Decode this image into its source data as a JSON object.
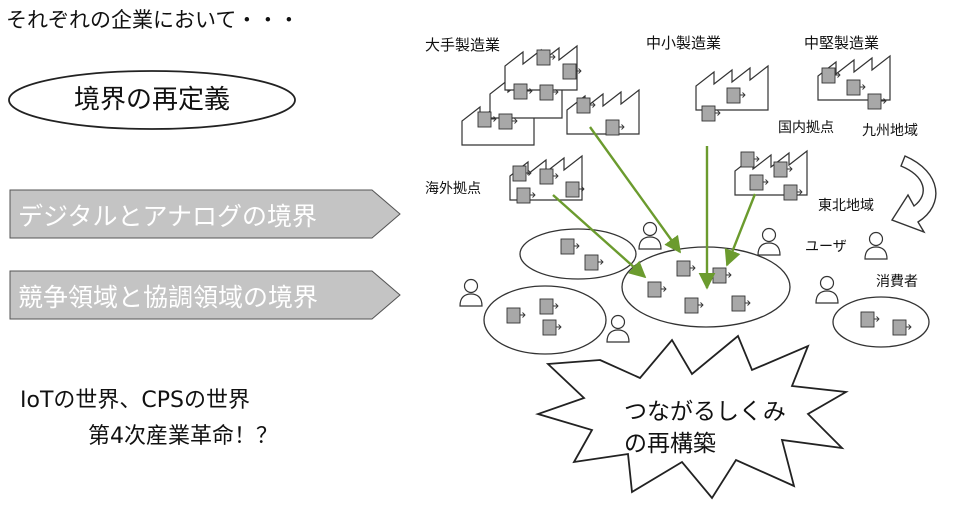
{
  "header": {
    "text": "それぞれの企業において・・・"
  },
  "left": {
    "oval_label": "境界の再定義",
    "banners": [
      {
        "label": "デジタルとアナログの境界"
      },
      {
        "label": "競争領域と協調領域の境界"
      }
    ],
    "footer_line1": "IoTの世界、CPSの世界",
    "footer_line2": "第4次産業革命！？"
  },
  "diagram": {
    "labels": {
      "large_mfg": "大手製造業",
      "sme_mfg": "中小製造業",
      "mid_mfg": "中堅製造業",
      "domestic_base": "国内拠点",
      "kyushu": "九州地域",
      "overseas_base": "海外拠点",
      "tohoku": "東北地域",
      "user": "ユーザ",
      "consumer": "消費者"
    },
    "burst_line1": "つながるしくみ",
    "burst_line2": "の再構築",
    "colors": {
      "arrow": "#6b9b2e",
      "node": "#a8a8a8",
      "banner": "#c4c4c4"
    }
  }
}
